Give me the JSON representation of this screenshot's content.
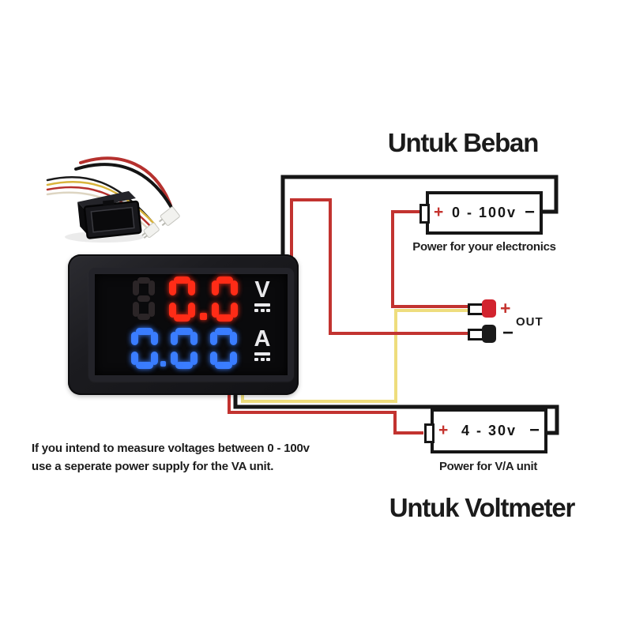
{
  "meter": {
    "volt_value": "0.0",
    "amp_value": "0.00",
    "volt_unit": "V",
    "amp_unit": "A",
    "ghost_digit": "8"
  },
  "diagram": {
    "top_title": "Untuk Beban",
    "bottom_title": "Untuk Voltmeter",
    "load_battery": {
      "plus": "+",
      "label": "0 - 100v",
      "minus": "−",
      "caption": "Power for your electronics"
    },
    "va_battery": {
      "plus": "+",
      "label": "4 - 30v",
      "minus": "−",
      "caption": "Power for V/A unit"
    },
    "out": {
      "plus": "+",
      "minus": "−",
      "label": "OUT"
    },
    "note_line1": "If you intend to measure voltages between 0 - 100v",
    "note_line2": "use a seperate power supply for the VA unit."
  },
  "colors": {
    "wire_black": "#161616",
    "wire_red": "#c23330",
    "wire_yellow": "#eedd7d",
    "terminal_red": "#d2242f",
    "terminal_black": "#1a1a1a",
    "plus_red": "#c5342f",
    "volt_digits": "#ff2c17",
    "amp_digits": "#3a7dff",
    "ghost_segment": "#2b2527"
  }
}
